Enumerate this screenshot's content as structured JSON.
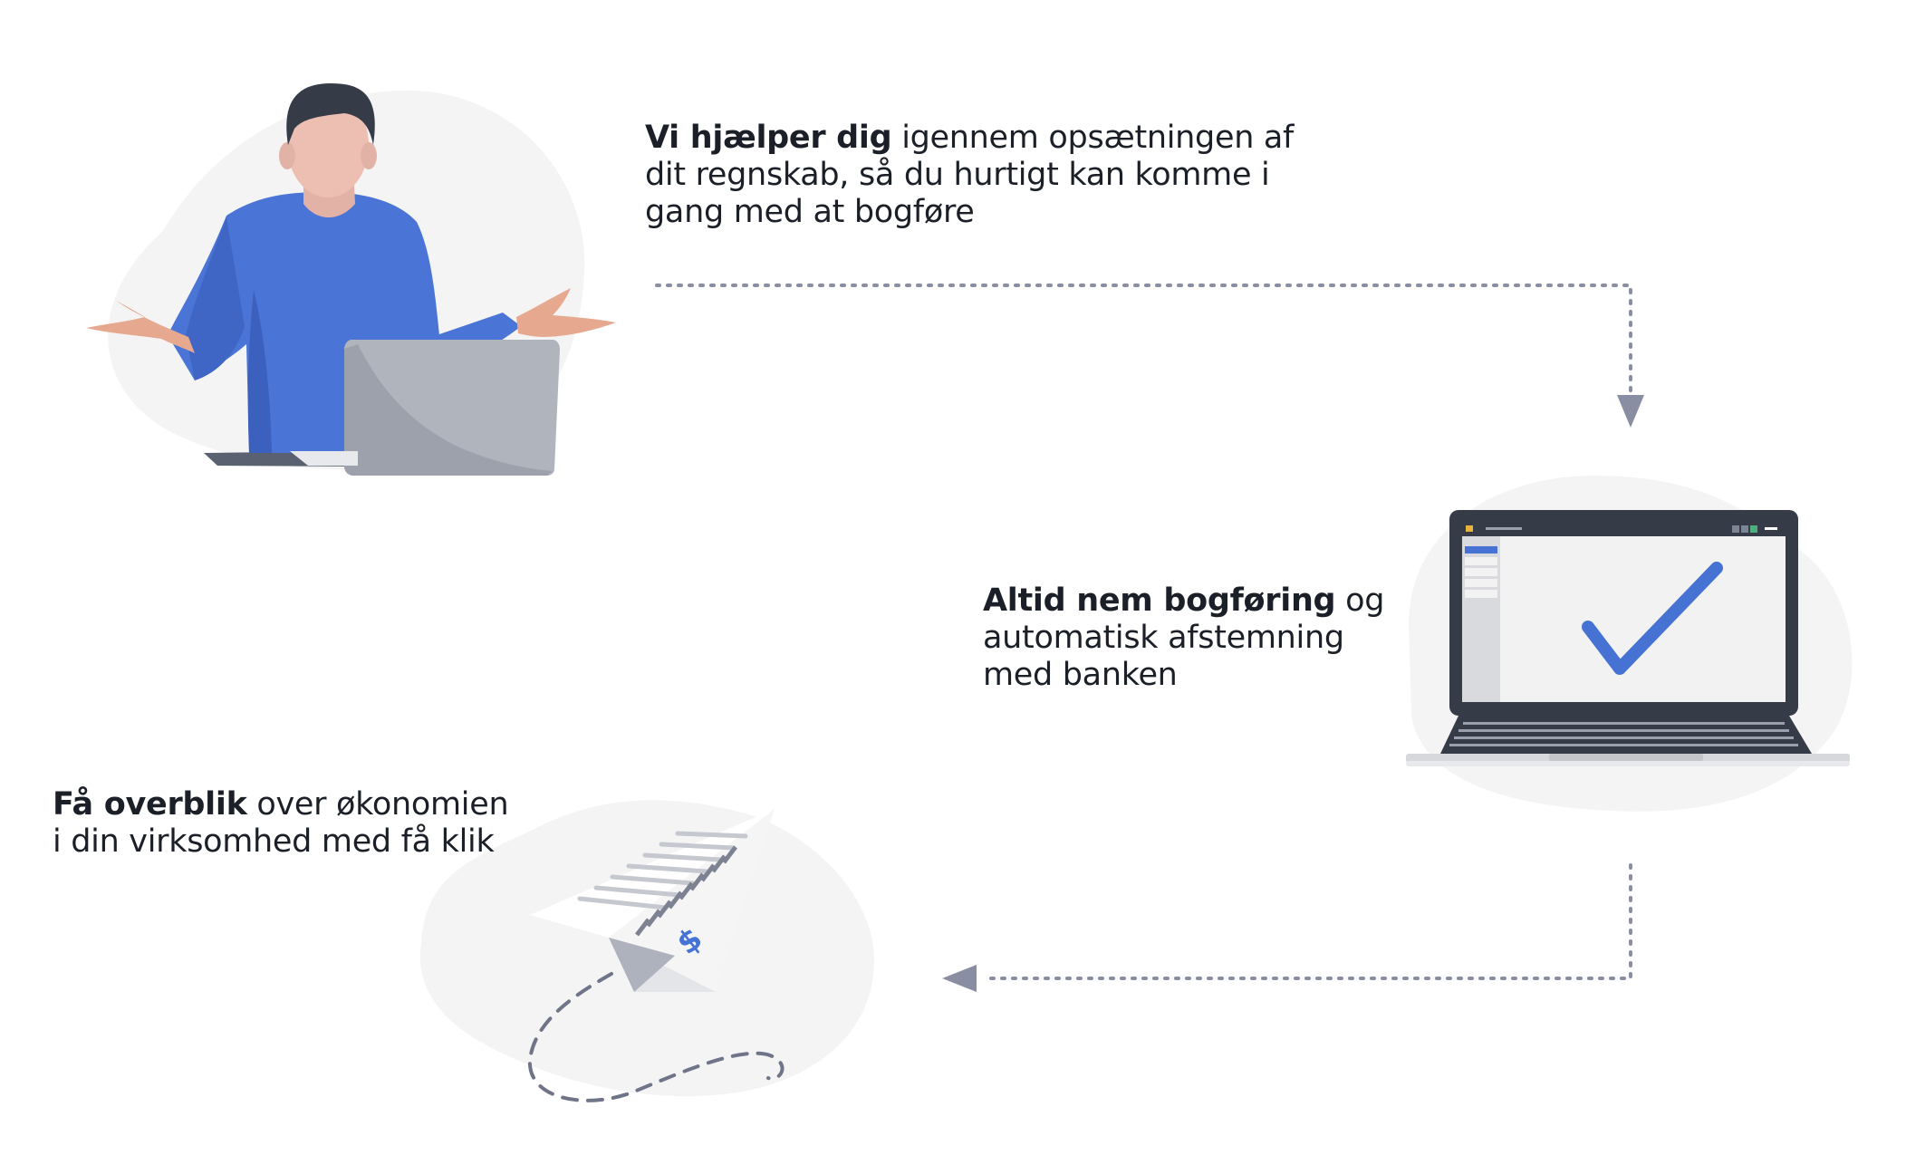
{
  "steps": [
    {
      "bold": "Vi hjælper dig",
      "line1_rest": " igennem opsætningen af",
      "line2": "dit regnskab, så du hurtigt kan komme i",
      "line3": "gang med at bogføre"
    },
    {
      "bold": "Altid nem bogføring",
      "line1_rest": " og",
      "line2": "automatisk afstemning",
      "line3": "med banken"
    },
    {
      "bold": "Få overblik",
      "line1_rest": " over økonomien",
      "line2": "i din virksomhed med få klik"
    }
  ],
  "icons": {
    "person": "person-with-laptop-icon",
    "laptop": "laptop-checkmark-icon",
    "plane": "paper-plane-invoice-icon",
    "dollar": "$"
  },
  "colors": {
    "blob": "#f4f4f5",
    "accent_blue": "#4672d3",
    "shirt_blue": "#4a74d6",
    "laptop_grey": "#b0b4bd",
    "dark": "#353b47",
    "arrow": "#8a8ea3"
  }
}
